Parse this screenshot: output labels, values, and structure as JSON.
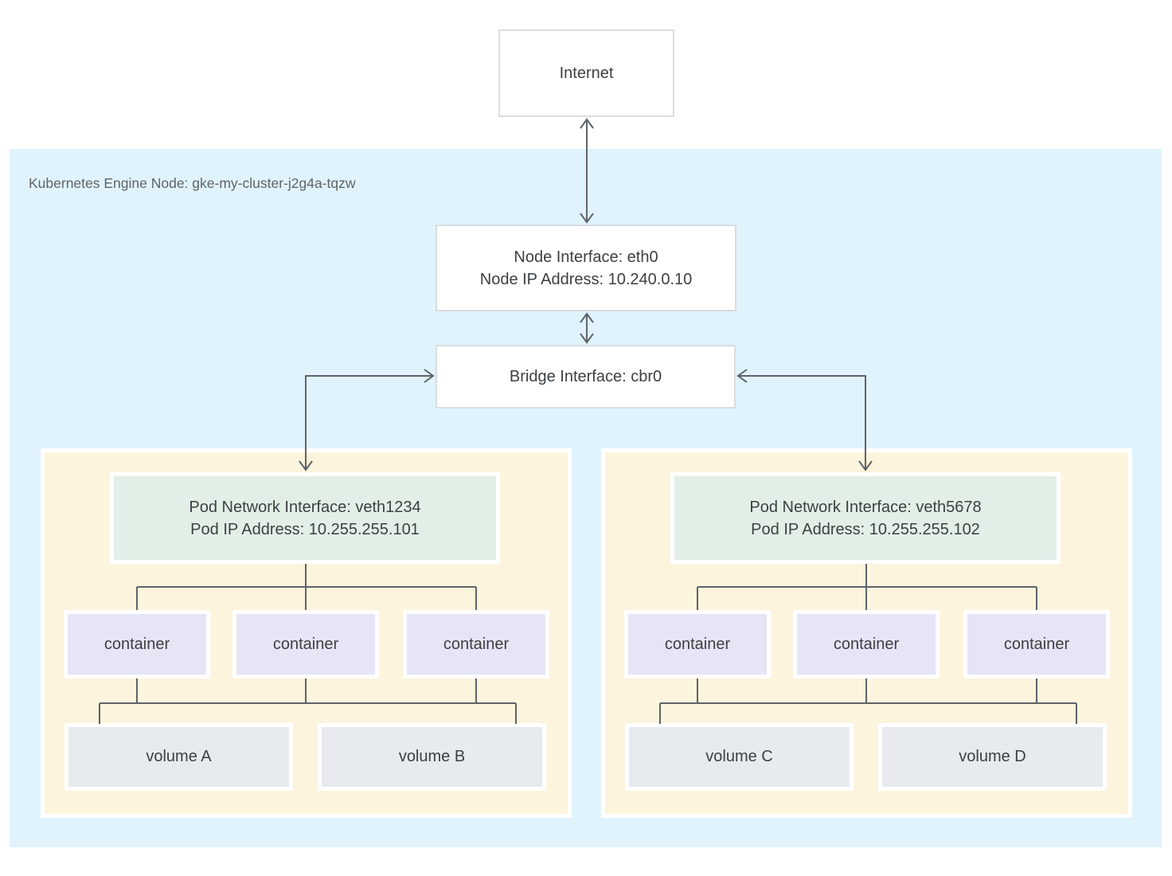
{
  "internet": {
    "label": "Internet"
  },
  "cluster": {
    "label": "Kubernetes Engine Node: gke-my-cluster-j2g4a-tqzw"
  },
  "node_interface": {
    "line1": "Node Interface: eth0",
    "line2": "Node IP Address: 10.240.0.10"
  },
  "bridge_interface": {
    "label": "Bridge Interface: cbr0"
  },
  "pods": [
    {
      "interface": {
        "line1": "Pod Network Interface: veth1234",
        "line2": "Pod IP Address: 10.255.255.101"
      },
      "containers": [
        {
          "label": "container"
        },
        {
          "label": "container"
        },
        {
          "label": "container"
        }
      ],
      "volumes": [
        {
          "label": "volume A"
        },
        {
          "label": "volume B"
        }
      ]
    },
    {
      "interface": {
        "line1": "Pod Network Interface: veth5678",
        "line2": "Pod IP Address: 10.255.255.102"
      },
      "containers": [
        {
          "label": "container"
        },
        {
          "label": "container"
        },
        {
          "label": "container"
        }
      ],
      "volumes": [
        {
          "label": "volume C"
        },
        {
          "label": "volume D"
        }
      ]
    }
  ],
  "colors": {
    "cluster_bg": "#e0f3fc",
    "pod_bg": "#fcf4dd",
    "pod_interface_bg": "#e2efe7",
    "container_bg": "#e7e4f6",
    "volume_bg": "#e7eaee",
    "white_box_border": "#dadce0",
    "connector": "#5f6368",
    "text": "#3c4043",
    "cluster_label_text": "#5f6368"
  }
}
